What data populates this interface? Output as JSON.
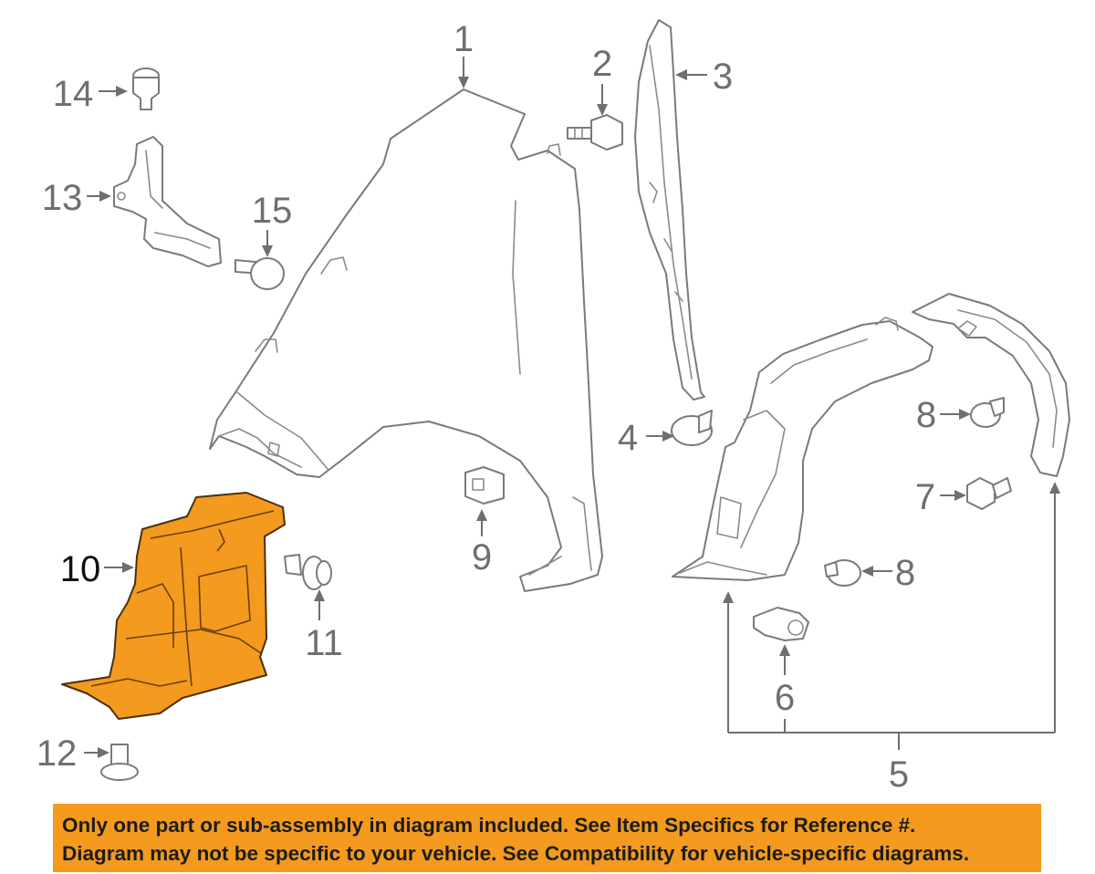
{
  "callouts": [
    "1",
    "2",
    "3",
    "4",
    "5",
    "6",
    "7",
    "8",
    "8",
    "9",
    "10",
    "11",
    "12",
    "13",
    "14",
    "15"
  ],
  "notice": {
    "line1": "Only one part or sub-assembly in diagram included. See Item Specifics for Reference #.",
    "line2": "Diagram may not be specific to your vehicle. See Compatibility for vehicle-specific diagrams."
  },
  "colors": {
    "highlight": "#f39a1f",
    "line_art": "#7a7a7a",
    "notice_background": "#f39a1f",
    "notice_text": "#1c1c1c"
  }
}
